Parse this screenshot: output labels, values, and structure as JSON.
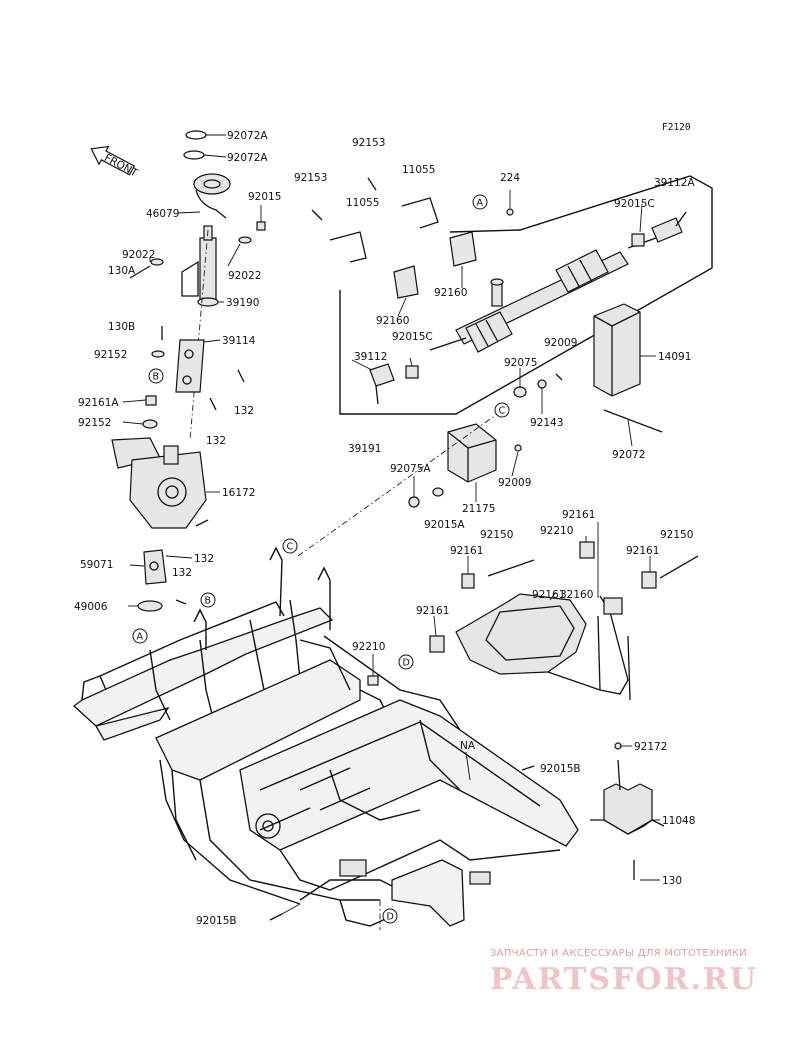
{
  "diagram": {
    "ref_code": "F2120",
    "front_arrow_label": "FRONT",
    "frame_label": "NA",
    "callouts": [
      "A",
      "B",
      "C",
      "D"
    ],
    "part_labels": {
      "p92072A_1": "92072A",
      "p92072A_2": "92072A",
      "p46079": "46079",
      "p92015_top": "92015",
      "p92022_l": "92022",
      "p130A": "130A",
      "p92022_r": "92022",
      "p39190": "39190",
      "p130B": "130B",
      "p39114": "39114",
      "p92152_a": "92152",
      "p92161A": "92161A",
      "p92152_b": "92152",
      "p132_a": "132",
      "p132_b": "132",
      "p16172": "16172",
      "p59071": "59071",
      "p132_c": "132",
      "p132_d": "132",
      "p49006": "49006",
      "p92153_a": "92153",
      "p11055_a": "11055",
      "p92153_b": "92153",
      "p11055_b": "11055",
      "p224": "224",
      "p39112A": "39112A",
      "p92015C_a": "92015C",
      "p92160_a": "92160",
      "p92160_b": "92160",
      "p92015C_b": "92015C",
      "p39112": "39112",
      "p92075": "92075",
      "p92009_a": "92009",
      "p14091": "14091",
      "p92143": "92143",
      "p39191": "39191",
      "p92072": "92072",
      "p92075A": "92075A",
      "p92009_b": "92009",
      "p21175": "21175",
      "p92015A": "92015A",
      "p92161_top": "92161",
      "p92150_a": "92150",
      "p92210_a": "92210",
      "p92150_b": "92150",
      "p92161_b": "92161",
      "p92161_c": "92161",
      "p32160": "32160",
      "p92161_d": "92161",
      "p92210_b": "92210",
      "p92172": "92172",
      "p92015B_a": "92015B",
      "p11048": "11048",
      "p130": "130",
      "p92015B_b": "92015B"
    }
  },
  "watermark": {
    "tagline": "ЗАПЧАСТИ И АКСЕССУАРЫ ДЛЯ МОТОТЕХНИКИ",
    "logo": "PARTSFOR.RU"
  },
  "colors": {
    "ink": "#111111",
    "background": "#ffffff",
    "watermark": "#f0c4c4"
  }
}
